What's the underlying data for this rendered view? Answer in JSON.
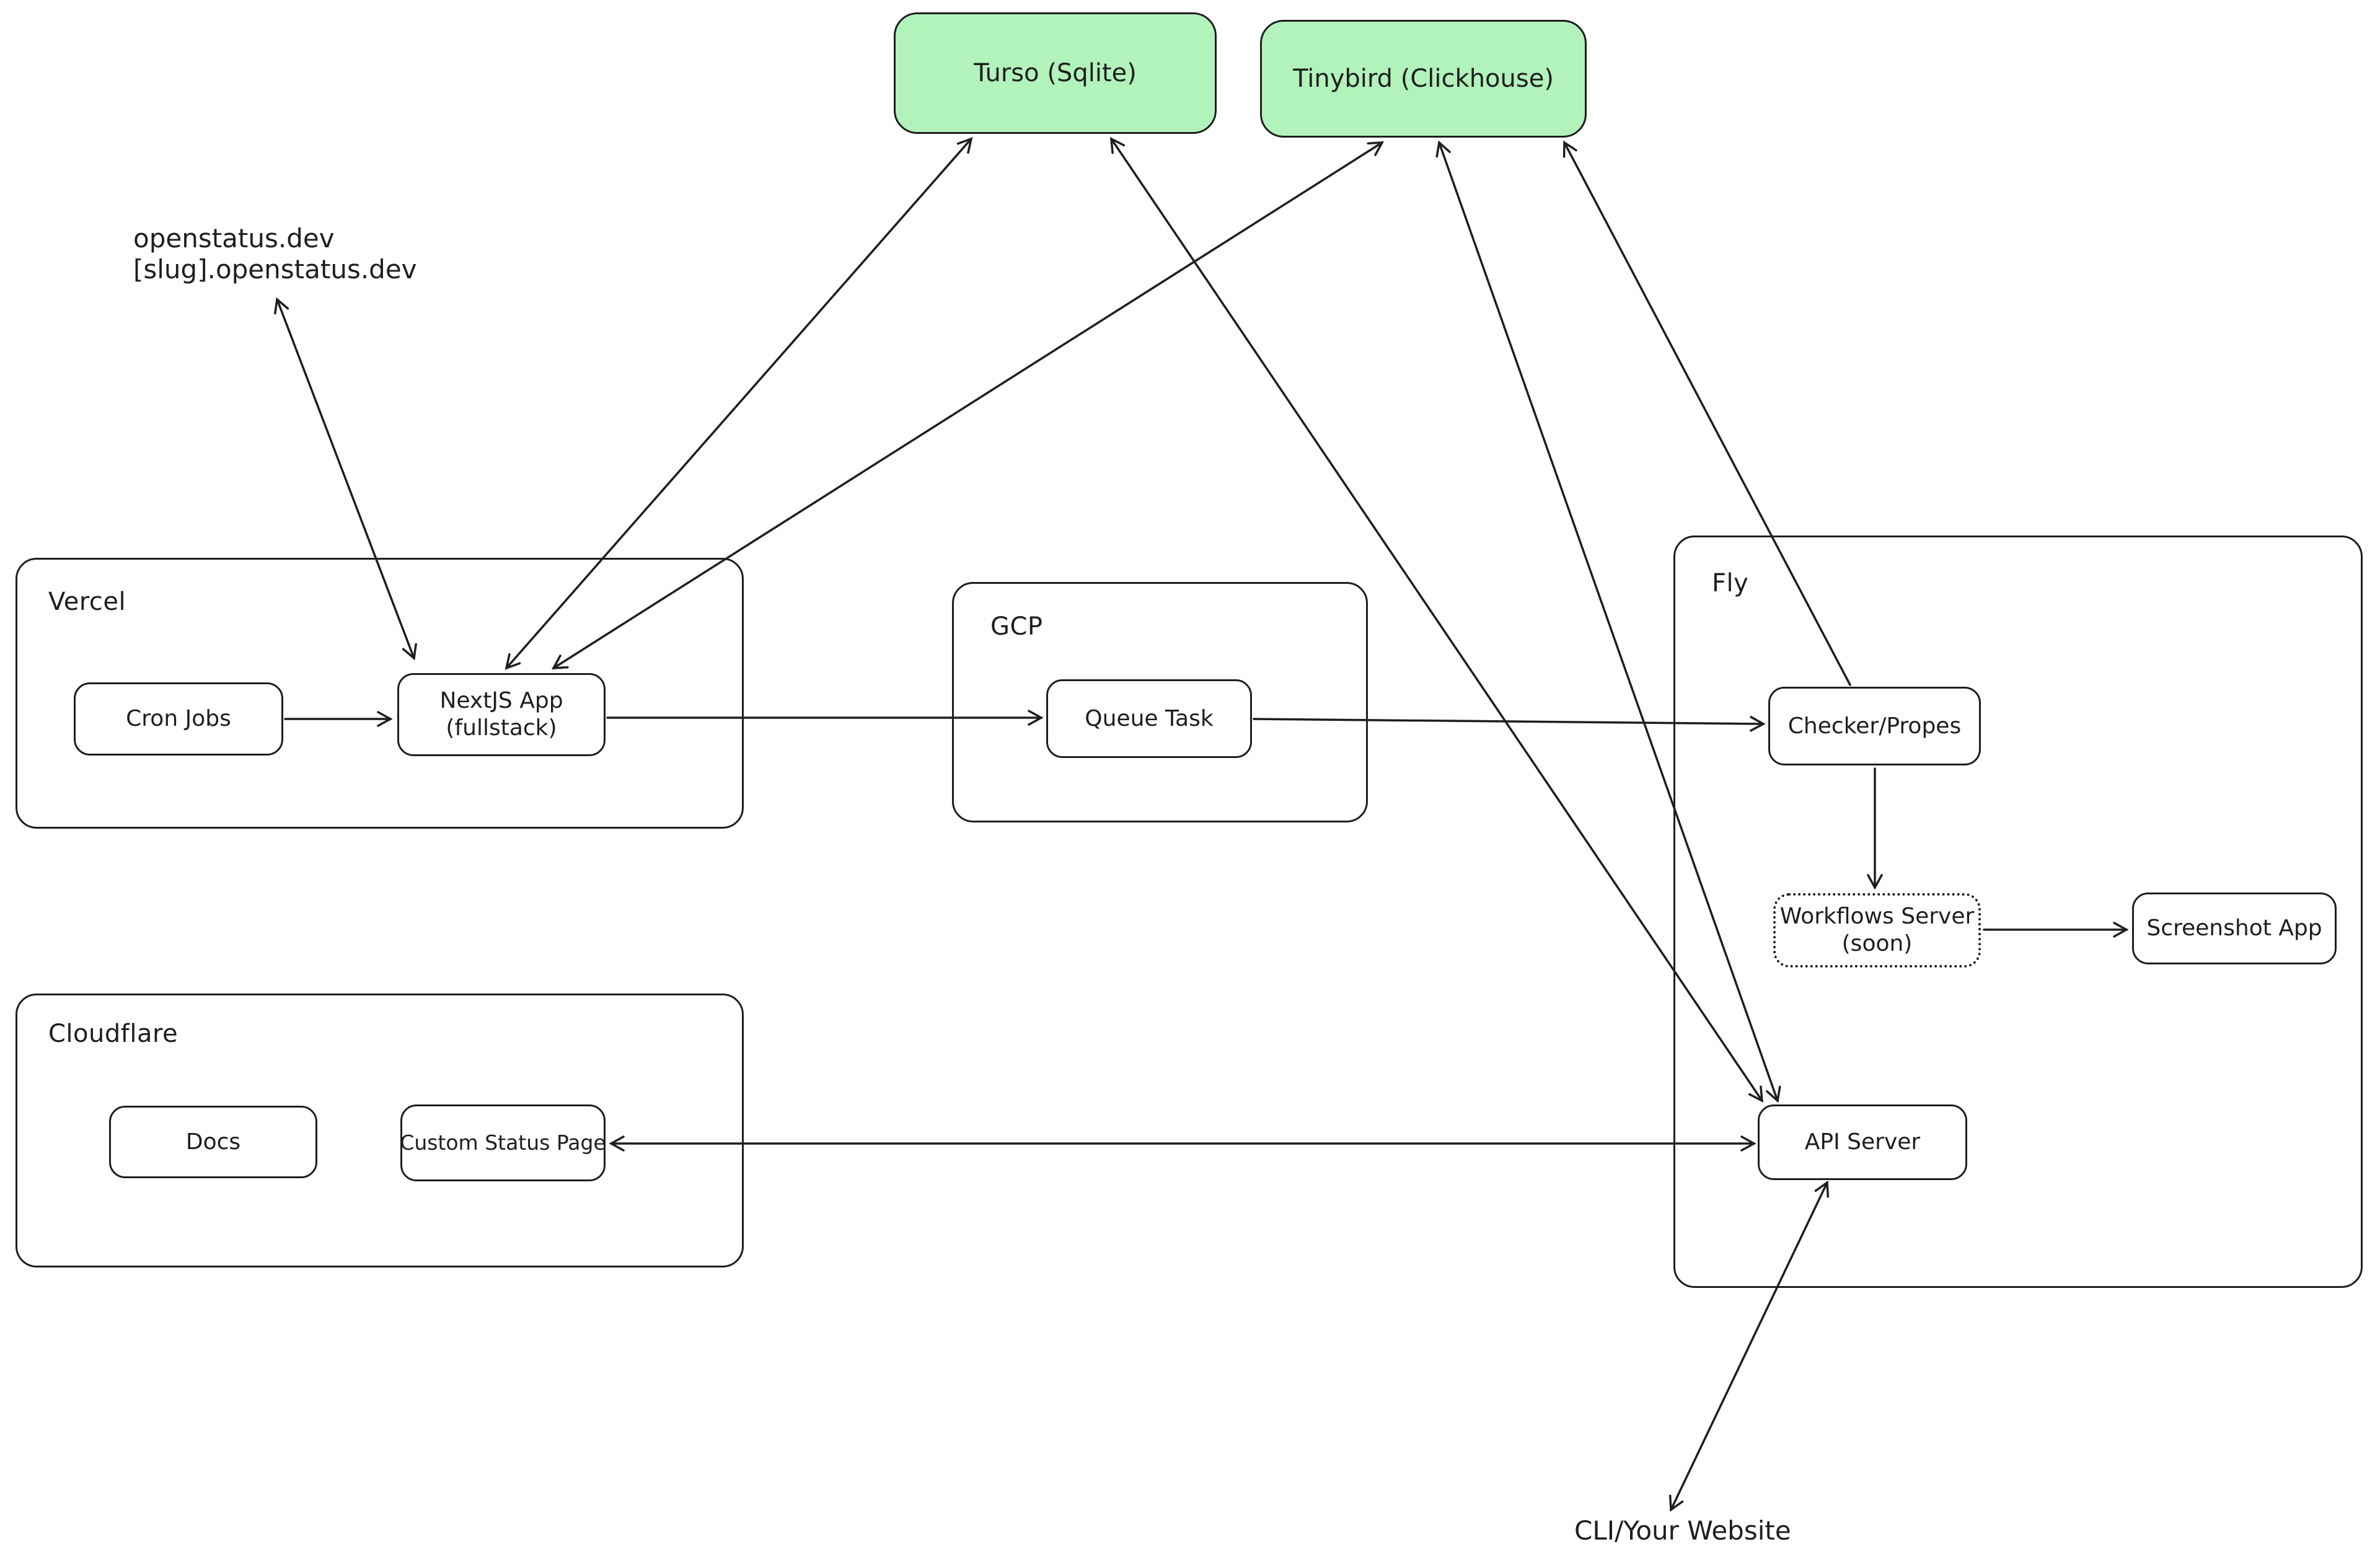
{
  "diagram": {
    "background_color": "#ffffff",
    "stroke_color": "#1e1e1e",
    "database_fill_color": "#b2f2bb",
    "containers": {
      "vercel": {
        "label": "Vercel"
      },
      "gcp": {
        "label": "GCP"
      },
      "fly": {
        "label": "Fly"
      },
      "cloudflare": {
        "label": "Cloudflare"
      }
    },
    "nodes": {
      "turso": {
        "label": "Turso (Sqlite)"
      },
      "tinybird": {
        "label": "Tinybird (Clickhouse)"
      },
      "cron_jobs": {
        "label": "Cron Jobs"
      },
      "nextjs_app": {
        "line1": "NextJS App",
        "line2": "(fullstack)"
      },
      "queue_task": {
        "label": "Queue Task"
      },
      "checker": {
        "label": "Checker/Propes"
      },
      "workflows_server": {
        "line1": "Workflows Server",
        "line2": "(soon)"
      },
      "screenshot_app": {
        "label": "Screenshot App"
      },
      "api_server": {
        "label": "API Server"
      },
      "docs": {
        "label": "Docs"
      },
      "custom_status_page": {
        "label": "Custom Status Page"
      }
    },
    "annotations": {
      "domains_line1": "openstatus.dev",
      "domains_line2": "[slug].openstatus.dev",
      "cli": "CLI/Your Website"
    }
  }
}
